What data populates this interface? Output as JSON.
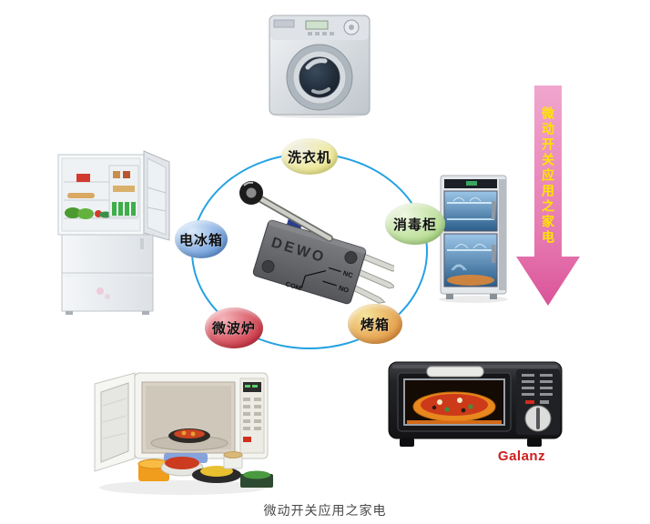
{
  "caption": "微动开关应用之家电",
  "side_arrow": {
    "label": "微动开关应用之家电",
    "fill": "#e98fc0",
    "label_color": "#ffe400"
  },
  "ring": {
    "color": "#25a2e2"
  },
  "switch": {
    "brand": "DEWO",
    "terminal_com": "COM",
    "terminal_nc": "NC",
    "terminal_no": "NO"
  },
  "bubbles": [
    {
      "id": "washing-machine",
      "label": "洗衣机",
      "from": "#efeee3",
      "to": "#efe982"
    },
    {
      "id": "disinfection-cabinet",
      "label": "消毒柜",
      "from": "#f0f6e4",
      "to": "#a9d87e"
    },
    {
      "id": "refrigerator",
      "label": "电冰箱",
      "from": "#dcebfa",
      "to": "#5a8fd6"
    },
    {
      "id": "microwave-oven",
      "label": "微波炉",
      "from": "#f4b4b9",
      "to": "#c92939"
    },
    {
      "id": "oven",
      "label": "烤箱",
      "from": "#f4e49c",
      "to": "#e28e38"
    }
  ],
  "oven_brand": "Galanz",
  "brand_color": "#cc1f1f"
}
